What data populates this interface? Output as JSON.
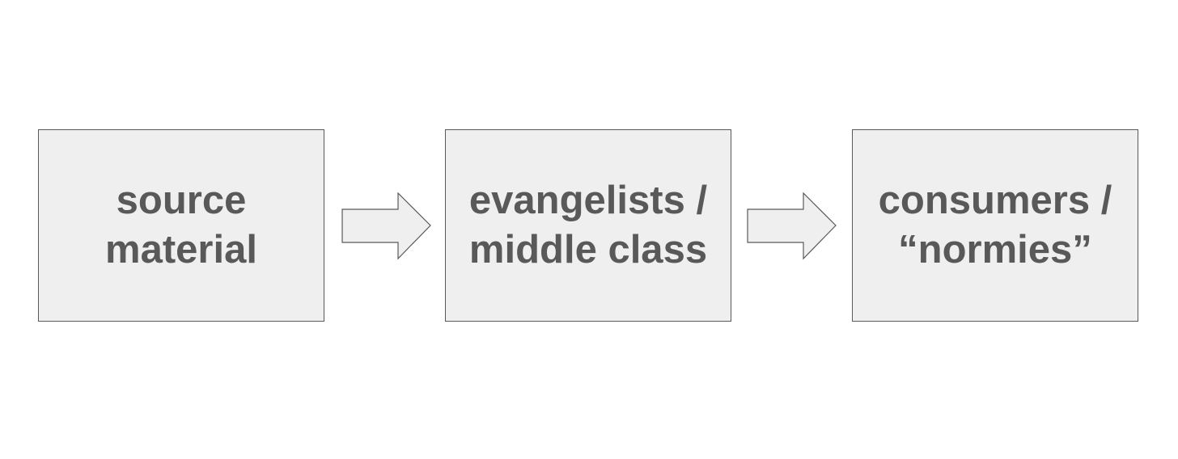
{
  "nodes": [
    {
      "label": "source\nmaterial"
    },
    {
      "label": "evangelists /\nmiddle class"
    },
    {
      "label": "consumers /\n“normies”"
    }
  ],
  "colors": {
    "box_fill": "#efefef",
    "box_border": "#595959",
    "text": "#595959",
    "arrow_fill": "#efefef",
    "arrow_stroke": "#595959"
  }
}
